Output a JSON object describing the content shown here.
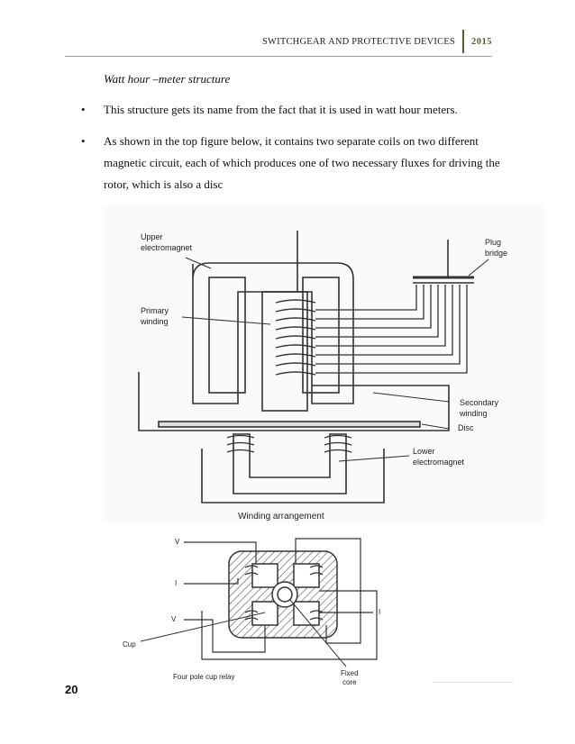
{
  "header": {
    "title": "SWITCHGEAR AND PROTECTIVE DEVICES",
    "year": "2015"
  },
  "section": {
    "title": "Watt hour –meter structure",
    "bullet_symbol": "•",
    "bullets": [
      "This structure gets its name from the fact that it is used in watt hour meters.",
      "As shown in the top figure below, it contains two separate coils on two different magnetic circuit, each of which produces one of two necessary fluxes for driving the rotor, which is also a disc"
    ]
  },
  "figure1": {
    "labels": {
      "upper_magnet_1": "Upper",
      "upper_magnet_2": "electromagnet",
      "plug_1": "Plug",
      "plug_2": "bridge",
      "primary_1": "Primary",
      "primary_2": "winding",
      "secondary_1": "Secondary",
      "secondary_2": "winding",
      "disc": "Disc",
      "lower_magnet_1": "Lower",
      "lower_magnet_2": "electromagnet",
      "caption": "Winding arrangement"
    }
  },
  "figure2": {
    "labels": {
      "v_top": "V",
      "i_left": "I",
      "i_right": "I",
      "cup": "Cup",
      "v_bottom": "V",
      "fixed_core_1": "Fixed",
      "fixed_core_2": "core",
      "caption": "Four pole cup relay"
    }
  },
  "footer": {
    "page_number": "20"
  }
}
